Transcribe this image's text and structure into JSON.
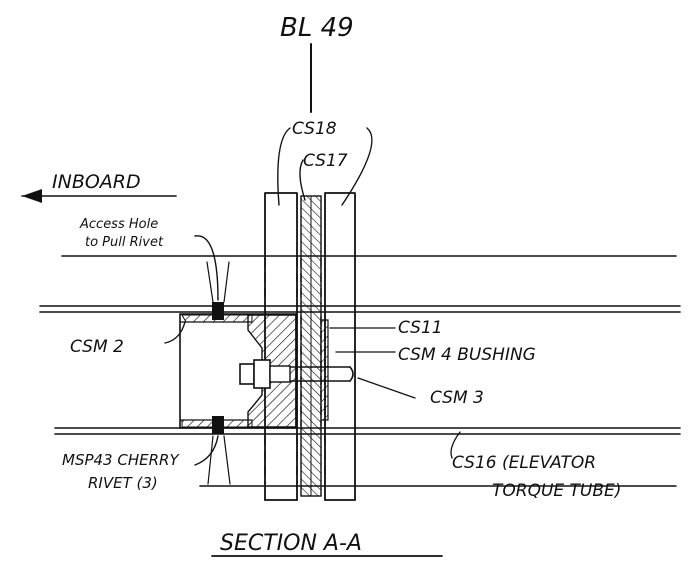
{
  "labels": {
    "bl": "BL 49",
    "cs18": "CS18",
    "cs17": "CS17",
    "inboard": "INBOARD",
    "access_line1": "Access Hole",
    "access_line2": "to Pull Rivet",
    "cs11": "CS11",
    "csm2": "CSM 2",
    "csm4": "CSM 4 BUSHING",
    "csm3": "CSM 3",
    "msp_line1": "MSP43 CHERRY",
    "msp_line2": "RIVET (3)",
    "cs16_line1": "CS16 (ELEVATOR",
    "cs16_line2": "TORQUE TUBE)",
    "section": "SECTION A-A"
  },
  "colors": {
    "ink": "#111111",
    "paper": "#ffffff"
  }
}
